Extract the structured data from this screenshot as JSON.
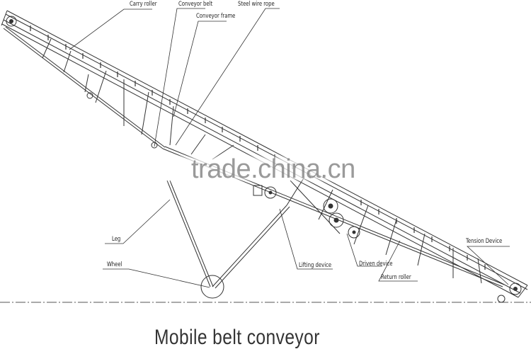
{
  "title": "Mobile belt conveyor",
  "watermark": "trade.china.cn",
  "labels": {
    "carry_roller": "Carry roller",
    "conveyor_belt": "Conveyor belt",
    "steel_wire_rope": "Steel wire rope",
    "conveyor_frame": "Conveyor frame",
    "leg": "Leg",
    "wheel": "Wheel",
    "lifting_device": "Lifting device",
    "driven_device": "Driven device",
    "return_roller": "Return roller",
    "tension_device": "Tension Device"
  },
  "colors": {
    "line": "#333333",
    "ground": "#555555",
    "background": "#ffffff"
  }
}
